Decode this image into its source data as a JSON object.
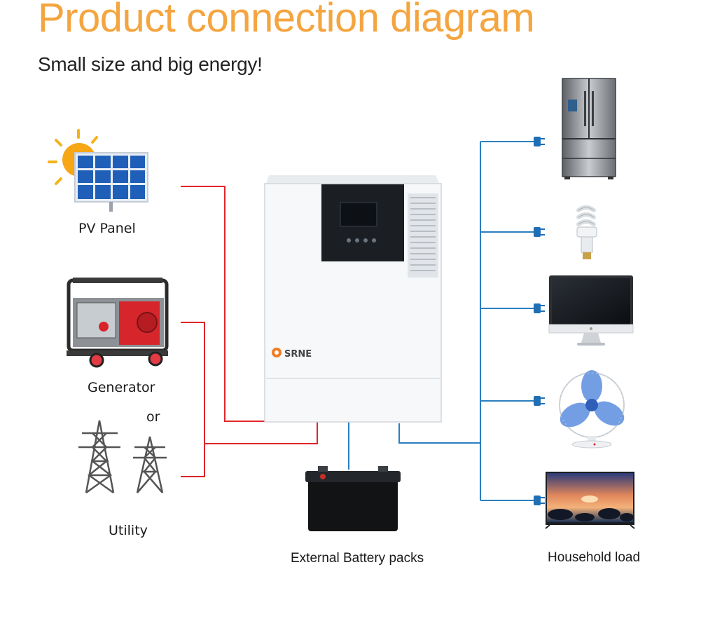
{
  "header": {
    "title": "Product connection diagram",
    "subtitle": "Small size and big energy!"
  },
  "sources": {
    "pv_panel": "PV Panel",
    "generator": "Generator",
    "or": "or",
    "utility": "Utility"
  },
  "inverter": {
    "brand": "SRNE"
  },
  "battery": {
    "label": "External Battery packs"
  },
  "loads": {
    "label": "Household load"
  },
  "colors": {
    "title": "#f4a540",
    "ac_line": "#e0262b",
    "dc_line": "#2a7fc0"
  }
}
